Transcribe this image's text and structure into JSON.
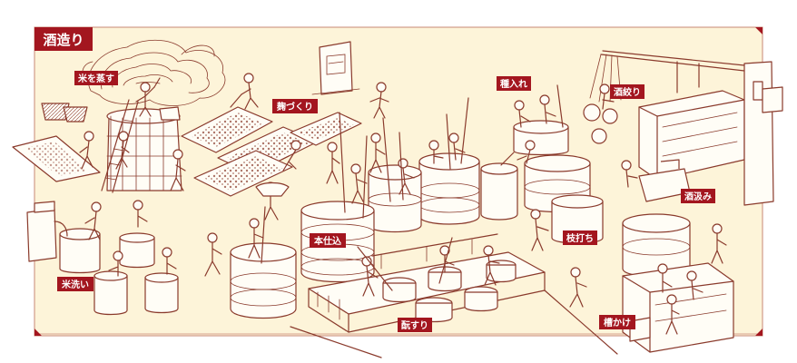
{
  "title": "酒造り",
  "labels": {
    "kome_wo_musu": "米を蒸す",
    "koji_zukuri": "麹づくり",
    "tane_ire": "種入れ",
    "sake_shibori": "酒絞り",
    "sake_kumi": "酒汲み",
    "hon_shikomi": "本仕込",
    "eda_uchi": "枝打ち",
    "kome_arai": "米洗い",
    "moto_suri": "酛すり",
    "fune_kake": "槽かけ"
  },
  "colors": {
    "line": "#8a3a2c",
    "label_bg": "#a3161f",
    "panel_bg": "#fdf4d9",
    "frame": "#c88775"
  }
}
